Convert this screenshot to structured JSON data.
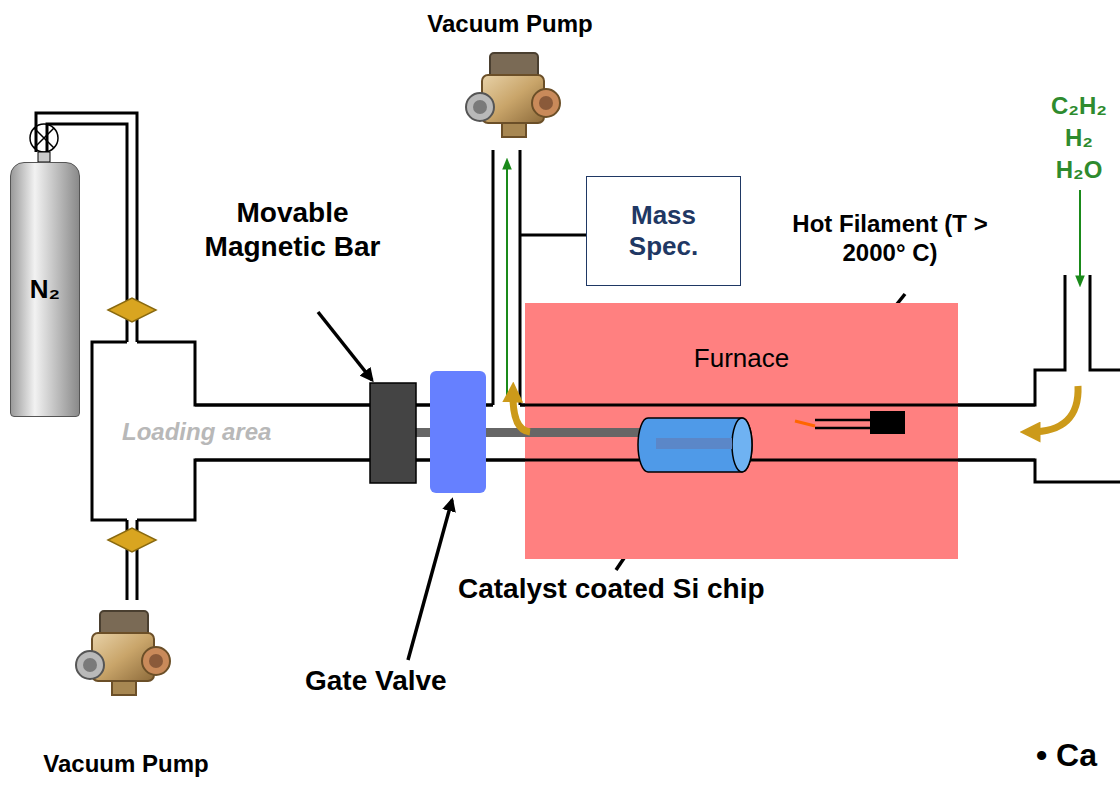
{
  "diagram": {
    "nodes": [
      {
        "text": [
          "N₂"
        ]
      },
      {
        "text": [
          "Mass Spec."
        ]
      },
      {
        "text": [
          "Furnace"
        ]
      }
    ],
    "labels": [
      "Vacuum Pump",
      "Movable Magnetic Bar",
      "Hot Filament (T > 2000° C)",
      "C₂H₂",
      "H₂",
      "H₂O",
      "Loading area",
      "Catalyst coated Si chip",
      "Gate Valve",
      "Vacuum Pump",
      "• Ca"
    ]
  }
}
